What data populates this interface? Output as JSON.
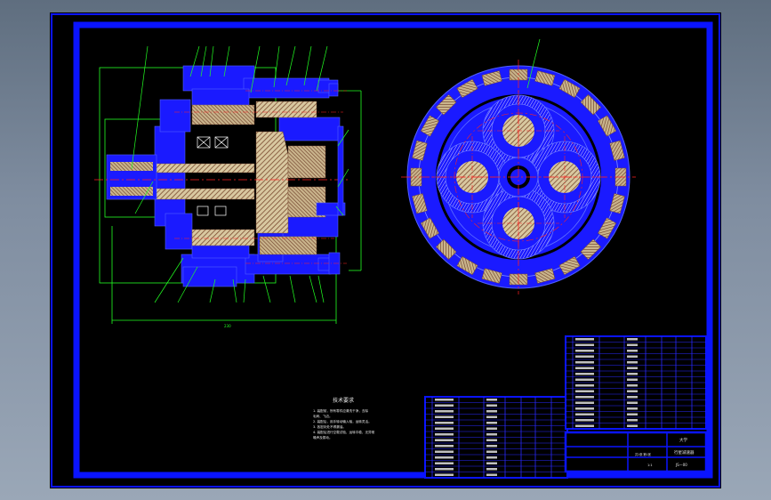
{
  "colors": {
    "background": "#000000",
    "viewport": "#7f8da0",
    "frame": "#0a14ff",
    "part": "#1a1aff",
    "hatch": "#ff3030",
    "leader": "#22ff22",
    "text": "#e8e8e8",
    "center": "#ff2020"
  },
  "tech_notes": {
    "title": "技术要求",
    "lines": [
      "1. 装配前，所有零件应清洗干净，去除",
      "毛刺、飞边。",
      "2. 装配后，用手转动输入轴，运转灵活。",
      "3. 各密封处不得漏油。",
      "4. 装配后进行空载试验，运转平稳，无异常",
      "噪声及振动。"
    ]
  },
  "title_block": {
    "school": "大学",
    "drawing_name": "行星减速器",
    "drawing_no": "JS—00",
    "scale": "1:1",
    "sheet": "共1张 第1张"
  },
  "dimension": {
    "overall": "230"
  }
}
